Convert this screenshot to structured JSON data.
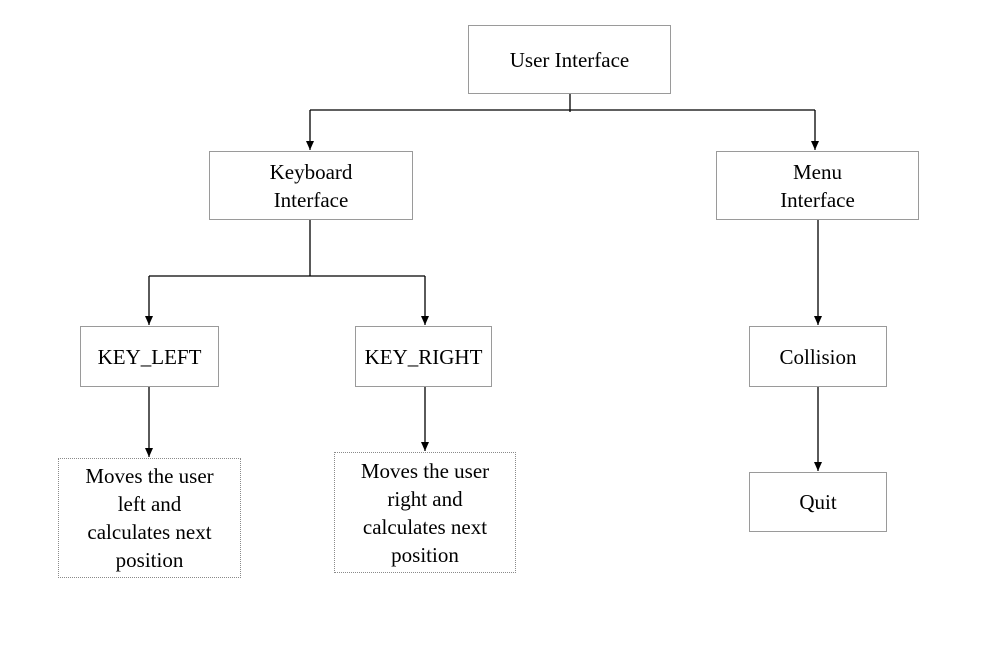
{
  "nodes": {
    "user_interface": "User Interface",
    "keyboard_interface": "Keyboard\nInterface",
    "menu_interface": "Menu\nInterface",
    "key_left": "KEY_LEFT",
    "key_right": "KEY_RIGHT",
    "key_left_desc": "Moves the user\nleft and\ncalculates next\nposition",
    "key_right_desc": "Moves the user\nright and\ncalculates next\nposition",
    "collision": "Collision",
    "quit": "Quit"
  },
  "colors": {
    "line": "#000000",
    "box_border": "#9a9a9a"
  }
}
